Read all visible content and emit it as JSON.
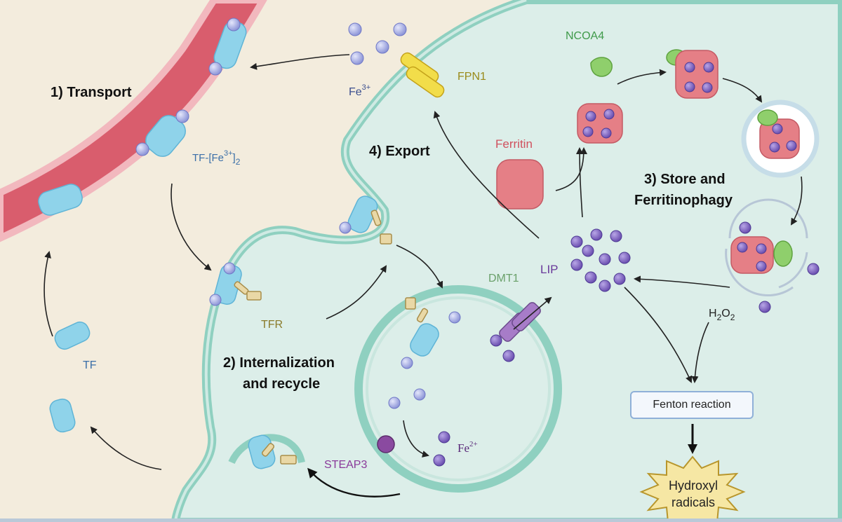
{
  "labels": {
    "transport": "1) Transport",
    "internalization_line1": "2) Internalization",
    "internalization_line2": "and recycle",
    "store_line1": "3) Store and",
    "store_line2": "Ferritinophagy",
    "export": "4) Export",
    "fe3_base": "Fe",
    "fe3_sup": "3+",
    "tf_complex_base": "TF-[Fe",
    "tf_complex_sup": "3+",
    "tf_complex_close": "]",
    "tf_complex_sub": "2",
    "tf": "TF",
    "tfr": "TFR",
    "fpn1": "FPN1",
    "ncoa4": "NCOA4",
    "ferritin": "Ferritin",
    "lip": "LIP",
    "dmt1": "DMT1",
    "steap3": "STEAP3",
    "fe2_base": "Fe",
    "fe2_sup": "2+",
    "h2o2_h": "H",
    "h2o2_sub1": "2",
    "h2o2_o": "O",
    "h2o2_sub2": "2",
    "fenton": "Fenton reaction",
    "hydroxyl_line1": "Hydroxyl",
    "hydroxyl_line2": "radicals"
  },
  "colors": {
    "extracellular_bg": "#f3ecdd",
    "cytoplasm": "#dceee9",
    "membrane": "#8fd0c0",
    "vessel": "#d95d6d",
    "vessel_wall": "#f2b8be",
    "transferrin": "#8fd3ea",
    "iron_fe3": "#aab0e4",
    "iron_fe2": "#8a6cc8",
    "ferritin": "#e57f86",
    "ncoa4": "#8fcf6c",
    "fpn1": "#f2dd4a",
    "dmt1": "#a77cc8",
    "steap3": "#8a4aa0",
    "radical_star": "#f6e7a4"
  }
}
